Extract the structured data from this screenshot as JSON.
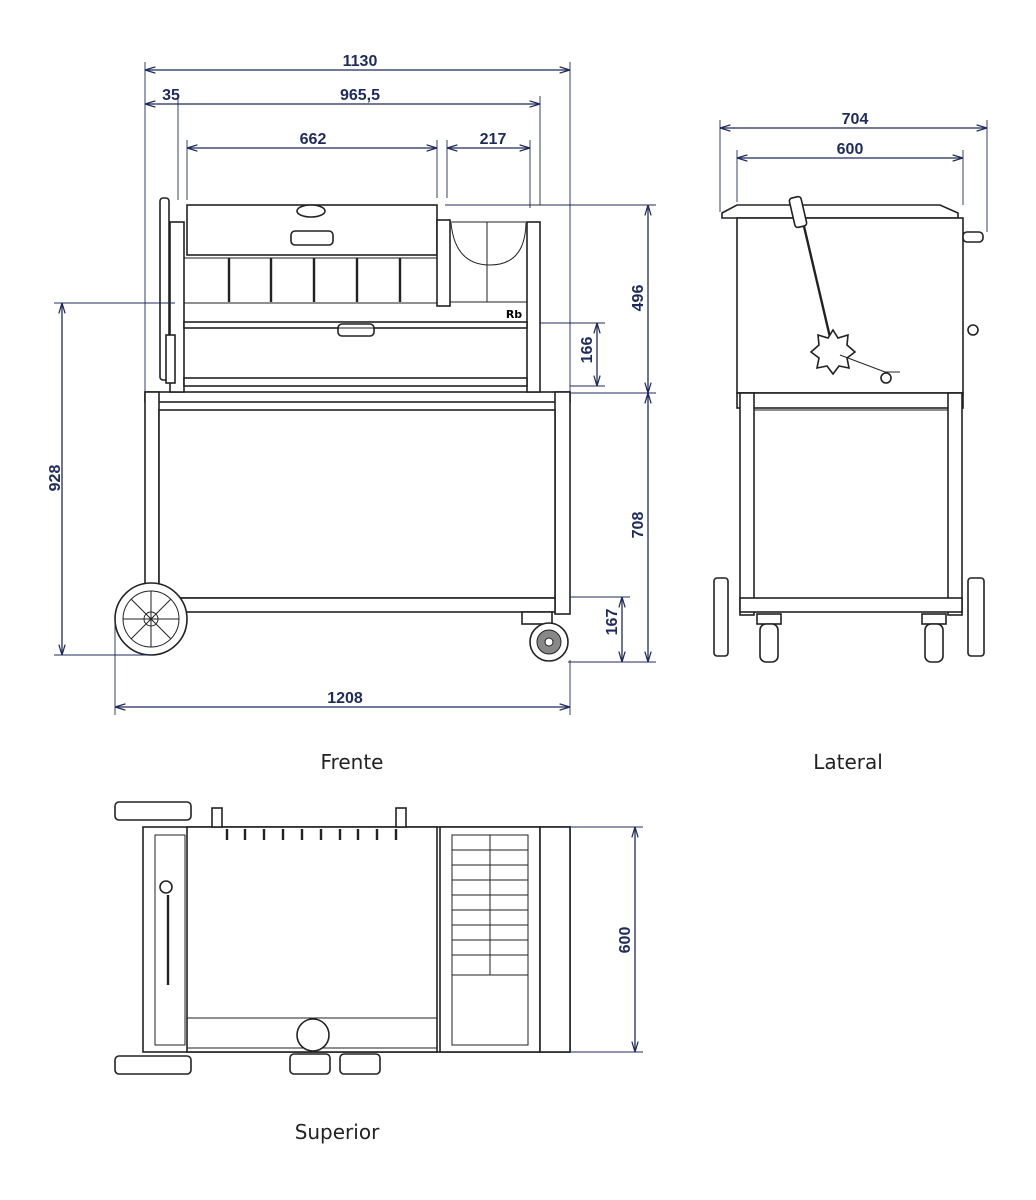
{
  "colors": {
    "dimension": "#1f2b5c",
    "drawing": "#222222"
  },
  "views": {
    "front": {
      "caption": "Frente",
      "dims": {
        "total_width": "1130",
        "handle_offset": "35",
        "inner_width": "965,5",
        "grill_width": "662",
        "basket_width": "217",
        "top_height": "496",
        "drawer_height": "166",
        "cart_height": "708",
        "caster_height": "167",
        "total_height": "928",
        "overall_width": "1208"
      }
    },
    "side": {
      "caption": "Lateral",
      "dims": {
        "total_depth": "704",
        "body_depth": "600"
      }
    },
    "top": {
      "caption": "Superior",
      "dims": {
        "depth": "600"
      }
    }
  }
}
